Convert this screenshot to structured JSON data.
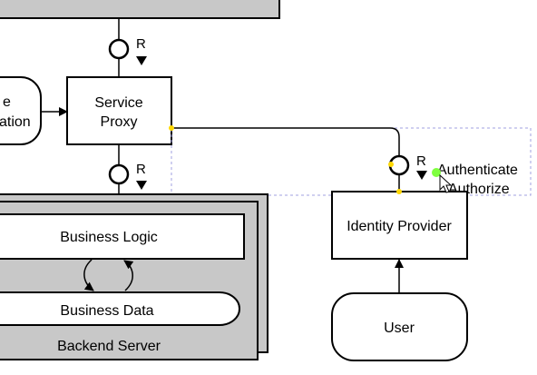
{
  "diagram": {
    "nodes": {
      "service_proxy": {
        "line1": "Service",
        "line2": "Proxy"
      },
      "left_partial": {
        "line1": "e",
        "line2": "ation"
      },
      "business_logic": {
        "label": "Business Logic"
      },
      "business_data": {
        "label": "Business Data"
      },
      "backend_server": {
        "label": "Backend Server"
      },
      "identity_provider": {
        "label": "Identity Provider"
      },
      "user": {
        "label": "User"
      }
    },
    "interfaces": {
      "top": {
        "label": "R"
      },
      "middle": {
        "label": "R"
      },
      "identity": {
        "label": "R"
      }
    },
    "connector_label": {
      "line1": "Authenticate",
      "line2": "Authorize"
    },
    "colors": {
      "stroke": "#000000",
      "container_fill": "#c8c8c8",
      "node_fill": "#ffffff",
      "handle_yellow": "#ffd800",
      "handle_green": "#7fff3f",
      "selection_dash": "#a0a0e0"
    }
  }
}
